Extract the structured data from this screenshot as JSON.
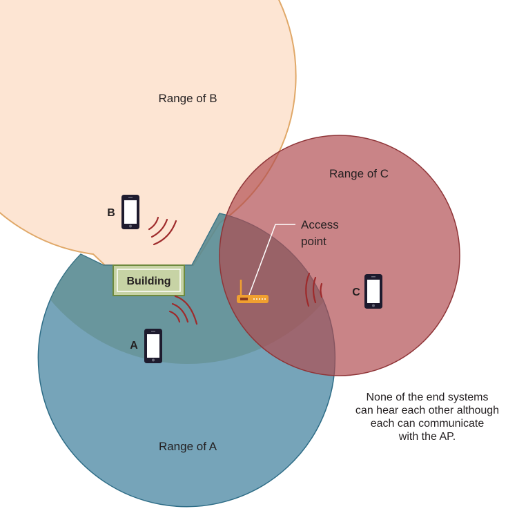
{
  "ranges": {
    "a": "Range of A",
    "b": "Range of B",
    "c": "Range of C"
  },
  "devices": {
    "a": "A",
    "b": "B",
    "c": "C"
  },
  "building": "Building",
  "access_point": {
    "line1": "Access",
    "line2": "point"
  },
  "note": {
    "line1": "None of the end systems",
    "line2": "can hear each other although",
    "line3": "each can communicate",
    "line4": "with the AP."
  },
  "colors": {
    "range_a_fill": "#4f8ba5",
    "range_b_fill": "#fde3cf",
    "range_c_fill": "#b04a4e",
    "building_fill": "#c7d3a5",
    "building_border": "#6e8a3e",
    "access_point": "#f0a030",
    "signal_waves": "#9e2a2b"
  }
}
